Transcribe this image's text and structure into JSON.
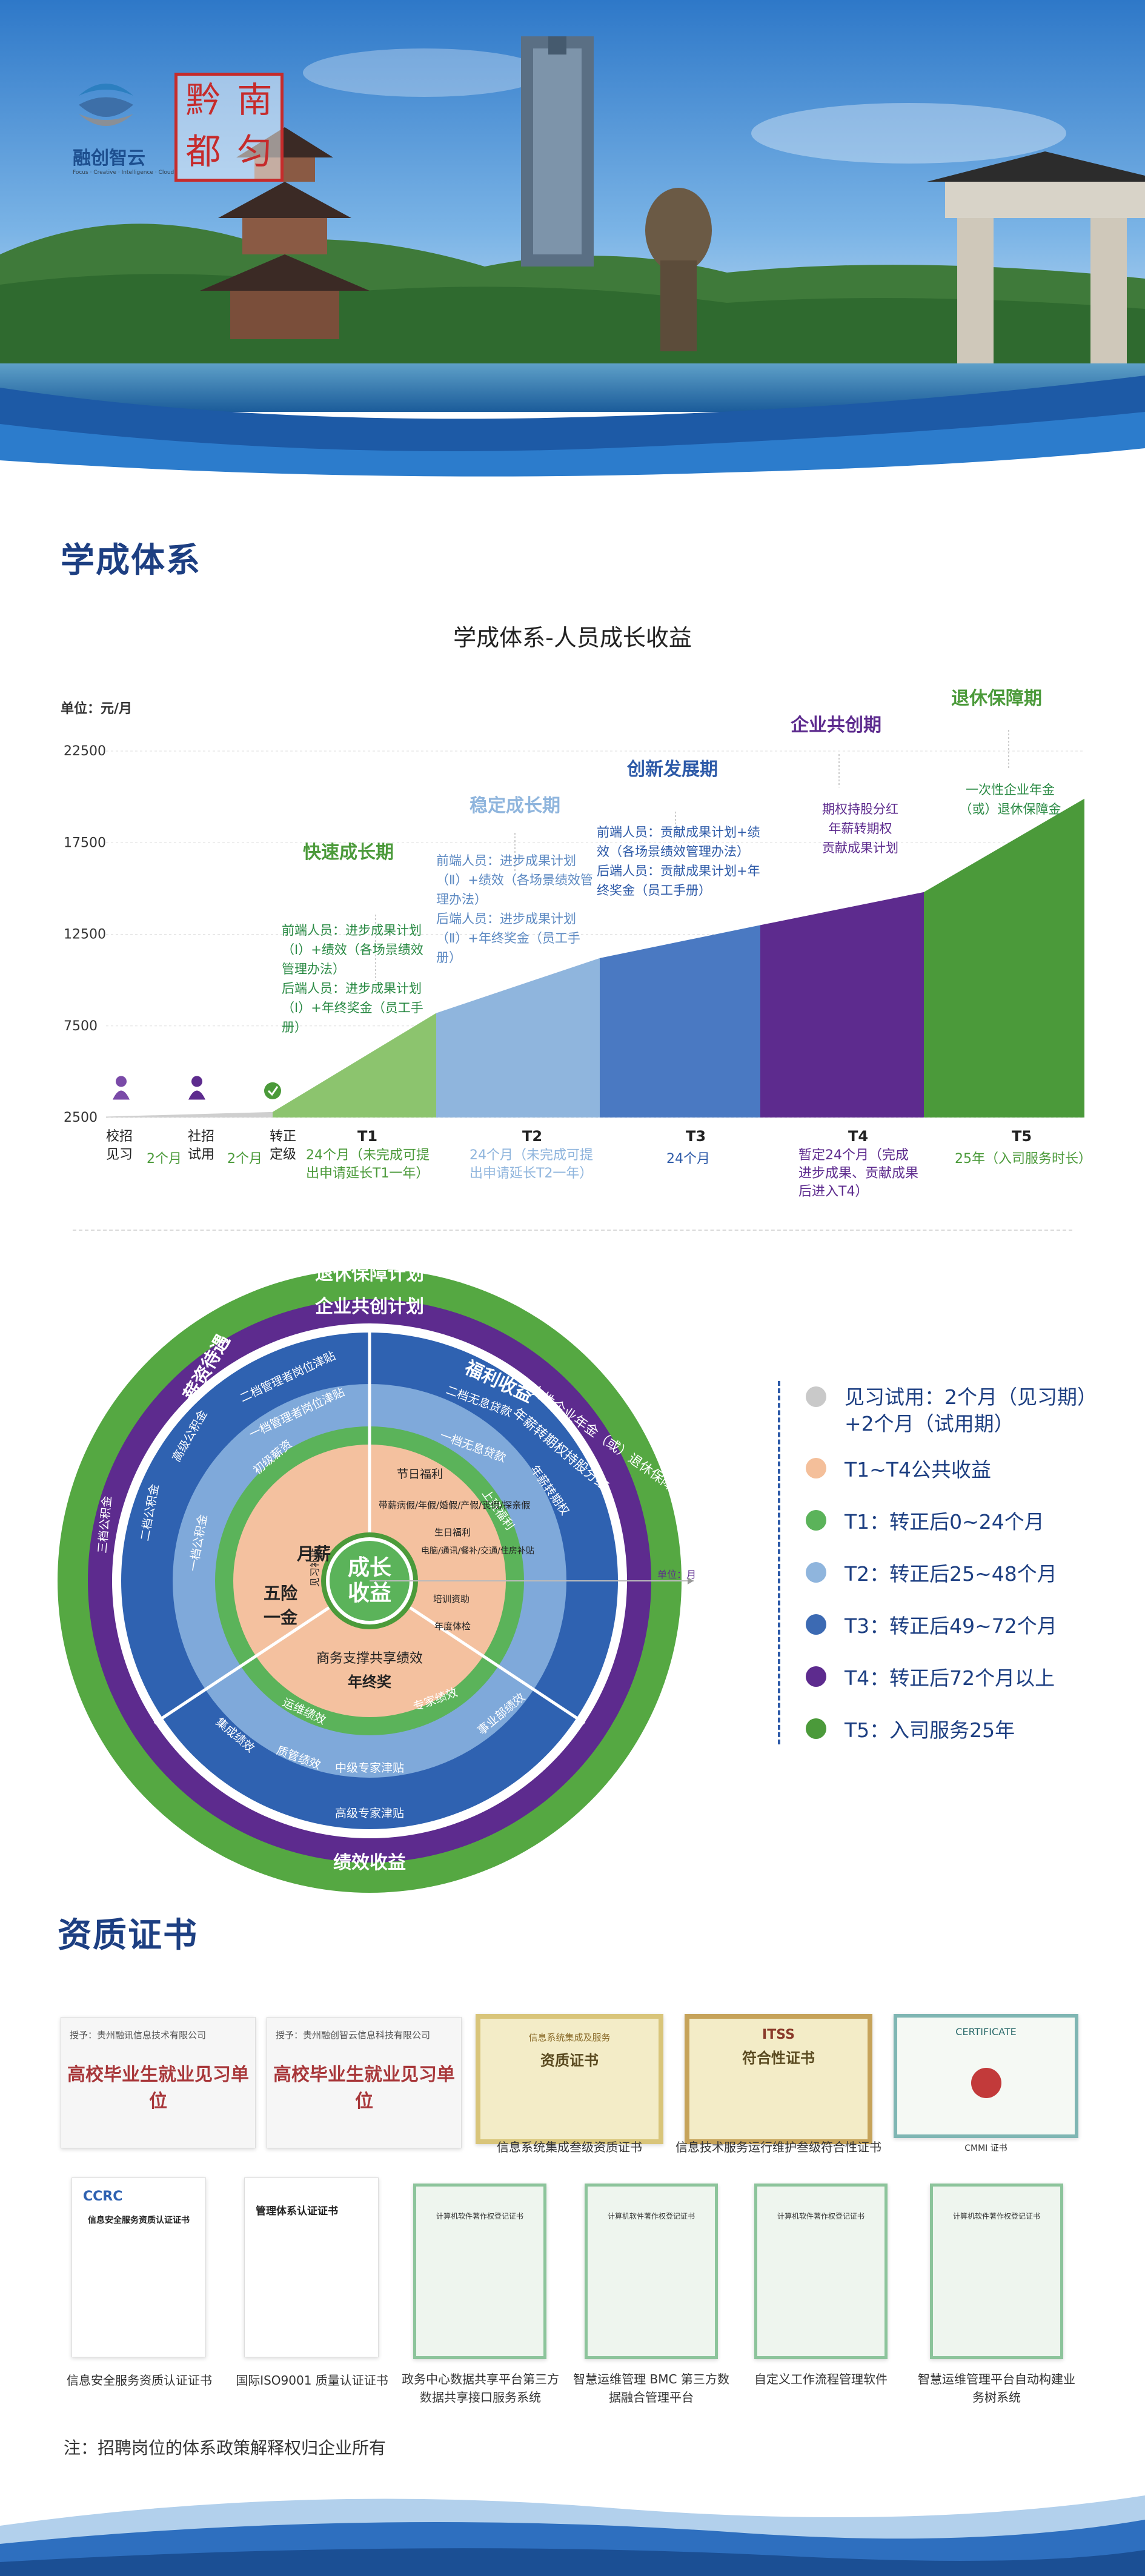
{
  "hero": {
    "logo_name": "融创智云",
    "logo_tagline": "Focus · Creative · Intelligence · Cloud",
    "seal_text": [
      "黔",
      "南",
      "都",
      "匀"
    ]
  },
  "section1": {
    "title": "学成体系"
  },
  "chart_data": {
    "type": "area",
    "title": "学成体系-人员成长收益",
    "ylabel": "单位：元/月",
    "yticks": [
      "22500",
      "17500",
      "12500",
      "7500",
      "2500"
    ],
    "ylim": [
      2500,
      22500
    ],
    "stages": [
      {
        "name": "校招见习",
        "duration": "2个月"
      },
      {
        "name": "社招试用",
        "duration": "2个月"
      },
      {
        "name": "转正定级",
        "duration": ""
      },
      {
        "name": "T1",
        "duration": "24个月（未完成可提出申请延长T1一年）"
      },
      {
        "name": "T2",
        "duration": "24个月（未完成可提出申请延长T2一年）"
      },
      {
        "name": "T3",
        "duration": "24个月"
      },
      {
        "name": "T4",
        "duration": "暂定24个月（完成进步成果、贡献成果后进入T4）"
      },
      {
        "name": "T5",
        "duration": "25年（入司服务时长）"
      }
    ],
    "series": [
      {
        "name": "T1",
        "color": "#8cc46e",
        "start": 2800,
        "end": 8200
      },
      {
        "name": "T2",
        "color": "#8fb5dd",
        "start": 8200,
        "end": 11200
      },
      {
        "name": "T3",
        "color": "#4a79c2",
        "start": 11200,
        "end": 13000
      },
      {
        "name": "T4",
        "color": "#5d2b8e",
        "start": 13000,
        "end": 14800
      },
      {
        "name": "T5",
        "color": "#4b9a3a",
        "start": 14800,
        "end": 19900
      }
    ],
    "phases": [
      {
        "label": "快速成长期",
        "color": "#4b9a3a",
        "desc": [
          "前端人员：进步成果计划（Ⅰ）+绩效（各场景绩效管理办法）",
          "后端人员：进步成果计划（Ⅰ）+年终奖金（员工手册）"
        ]
      },
      {
        "label": "稳定成长期",
        "color": "#8fb5dd",
        "desc": [
          "前端人员：进步成果计划（Ⅱ）+绩效（各场景绩效管理办法）",
          "后端人员：进步成果计划（Ⅱ）+年终奖金（员工手册）"
        ]
      },
      {
        "label": "创新发展期",
        "color": "#2d5aa8",
        "desc": [
          "前端人员：贡献成果计划+绩效（各场景绩效管理办法）",
          "后端人员：贡献成果计划+年终奖金（员工手册）"
        ]
      },
      {
        "label": "企业共创期",
        "color": "#5d2b8e",
        "desc": [
          "期权持股分红",
          "年薪转期权",
          "贡献成果计划"
        ]
      },
      {
        "label": "退休保障期",
        "color": "#4b9a3a",
        "desc": [
          "一次性企业年金",
          "（或）退休保障金"
        ]
      }
    ]
  },
  "rings": {
    "outer_label": "退休保障计划",
    "purple_label": "企业共创计划",
    "arc_right_outer": "一次性企业年金（或）退休保障金",
    "arc_right_purple": "年薪转期权持股分红",
    "welfare": "福利收益",
    "salary": "薪资待遇",
    "performance": "绩效收益",
    "center": [
      "成长",
      "收益"
    ],
    "five_one": [
      "五险",
      "一金"
    ],
    "monthly": "月薪",
    "year_bonus": "年终奖",
    "support_perf": "商务支撑共享绩效",
    "items_welfare": [
      "二档无息贷款",
      "一档无息贷款",
      "年薪转期权",
      "上班福利",
      "节日福利",
      "带薪病假/年假/婚假/产假/丧假/探亲假",
      "生日福利",
      "电脑/通讯/餐补/交通/住房补贴",
      "培训资助",
      "年度体检"
    ],
    "items_salary": [
      "二档管理者岗位津贴",
      "一档管理者岗位津贴",
      "高级公积金",
      "二档公积金",
      "一档公积金",
      "三档公积金",
      "初级薪资",
      "见习补贴"
    ],
    "items_perf": [
      "集成绩效",
      "质管绩效",
      "运维绩效",
      "专家绩效",
      "事业部绩效",
      "中级专家津贴",
      "高级专家津贴"
    ],
    "axis_label": "单位：月"
  },
  "legend": [
    {
      "text": "见习试用：2个月（见习期）+2个月（试用期）",
      "color": "#c9c9c9"
    },
    {
      "text": "T1~T4公共收益",
      "color": "#f4bf9a"
    },
    {
      "text": "T1：转正后0~24个月",
      "color": "#5bb35a"
    },
    {
      "text": "T2：转正后25~48个月",
      "color": "#8fb5dd"
    },
    {
      "text": "T3：转正后49~72个月",
      "color": "#3c6ab3"
    },
    {
      "text": "T4：转正后72个月以上",
      "color": "#5d2b8e"
    },
    {
      "text": "T5：入司服务25年",
      "color": "#4b9a3a"
    }
  ],
  "section2": {
    "title": "资质证书"
  },
  "certs_row1": [
    {
      "header": "授予：贵州融讯信息技术有限公司",
      "body": "高校毕业生就业见习单位",
      "caption": ""
    },
    {
      "header": "授予：贵州融创智云信息科技有限公司",
      "body": "高校毕业生就业见习单位",
      "caption": ""
    },
    {
      "header": "信息系统集成及服务",
      "body": "资质证书",
      "caption": "信息系统集成叁级资质证书"
    },
    {
      "header": "ITSS",
      "body": "符合性证书",
      "caption": "信息技术服务运行维护叁级符合性证书"
    },
    {
      "header": "CERTIFICATE",
      "body": "",
      "caption": "CMMI 证书"
    }
  ],
  "certs_row2": [
    {
      "header": "CCRC",
      "body": "信息安全服务资质认证证书",
      "caption": "信息安全服务资质认证证书"
    },
    {
      "header": "管理体系认证证书",
      "body": "",
      "caption": "国际ISO9001 质量认证证书"
    },
    {
      "header": "计算机软件著作权登记证书",
      "body": "",
      "caption": "政务中心数据共享平台第三方数据共享接口服务系统"
    },
    {
      "header": "计算机软件著作权登记证书",
      "body": "",
      "caption": "智慧运维管理 BMC 第三方数据融合管理平台"
    },
    {
      "header": "计算机软件著作权登记证书",
      "body": "",
      "caption": "自定义工作流程管理软件"
    },
    {
      "header": "计算机软件著作权登记证书",
      "body": "",
      "caption": "智慧运维管理平台自动构建业务树系统"
    }
  ],
  "footnote": "注：招聘岗位的体系政策解释权归企业所有"
}
